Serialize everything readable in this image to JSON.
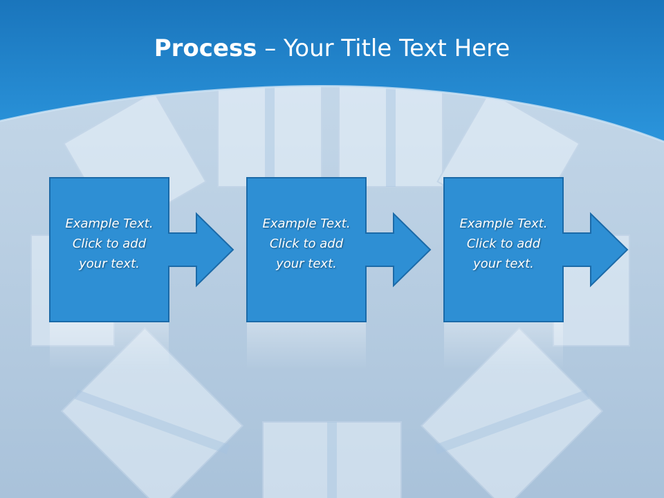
{
  "title": {
    "bold": "Process",
    "rest": " – Your Title Text Here"
  },
  "steps": [
    {
      "line1": "Example Text.",
      "line2": "Click  to add",
      "line3": "your text."
    },
    {
      "line1": "Example Text.",
      "line2": "Click  to add",
      "line3": "your text."
    },
    {
      "line1": "Example Text.",
      "line2": "Click  to add",
      "line3": "your text."
    }
  ],
  "colors": {
    "header": "#1b80c8",
    "box": "#2e8fd4",
    "box_border": "#1b6aa8",
    "background": "#b9cde0"
  }
}
